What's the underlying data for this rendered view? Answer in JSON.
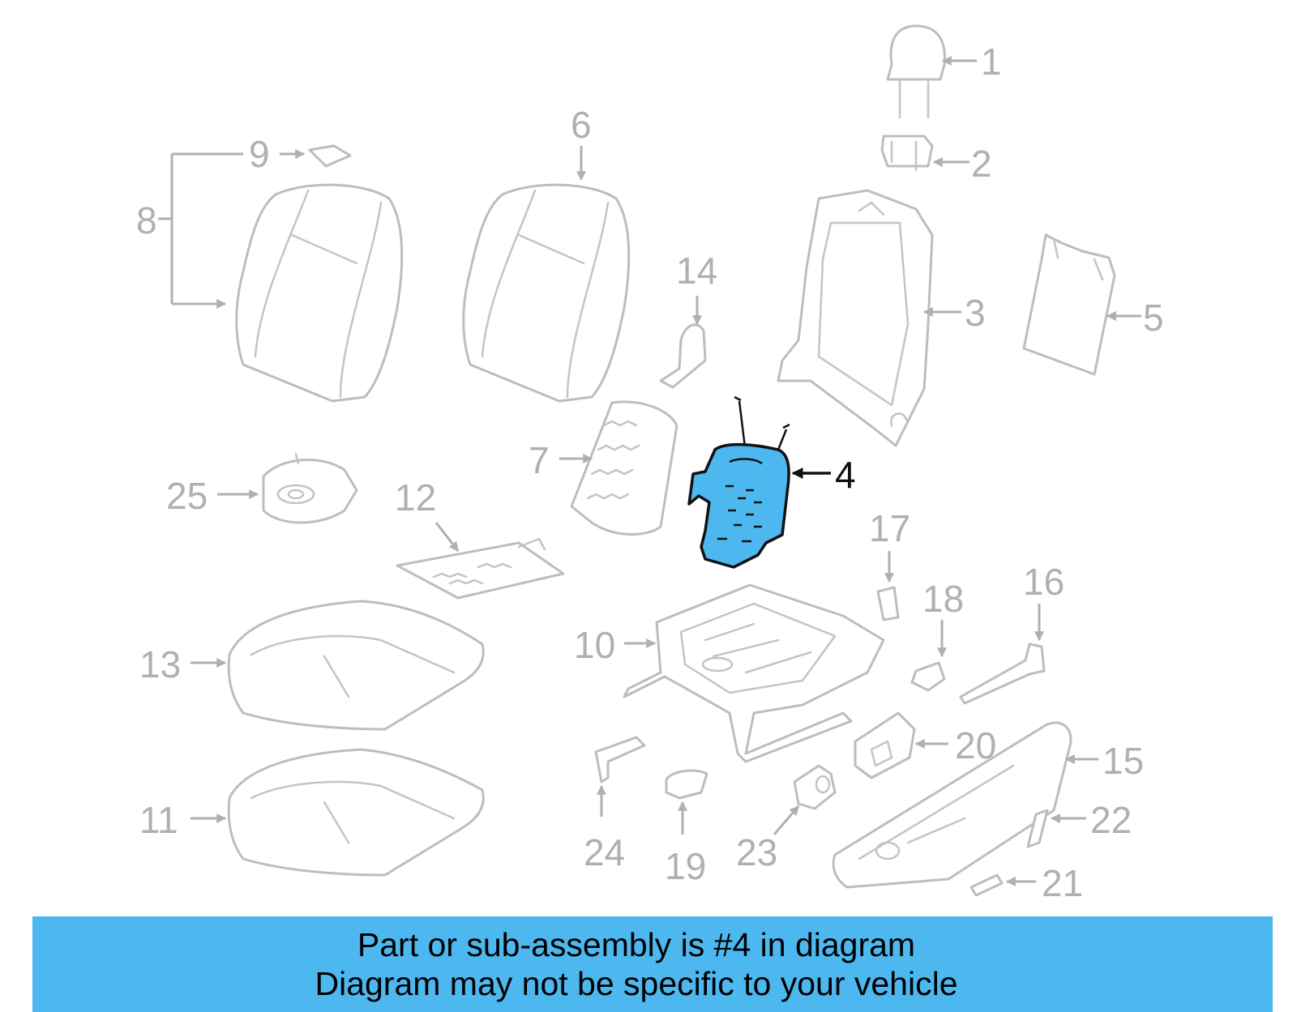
{
  "diagram": {
    "highlight_color": "#4db8f0",
    "highlighted_part": "4",
    "callouts": [
      "1",
      "2",
      "3",
      "4",
      "5",
      "6",
      "7",
      "8",
      "9",
      "10",
      "11",
      "12",
      "13",
      "14",
      "15",
      "16",
      "17",
      "18",
      "19",
      "20",
      "21",
      "22",
      "23",
      "24",
      "25"
    ]
  },
  "banner": {
    "background": "#4db8f0",
    "line1": "Part or sub-assembly is #4 in diagram",
    "line2": "Diagram may not be specific to your vehicle"
  }
}
